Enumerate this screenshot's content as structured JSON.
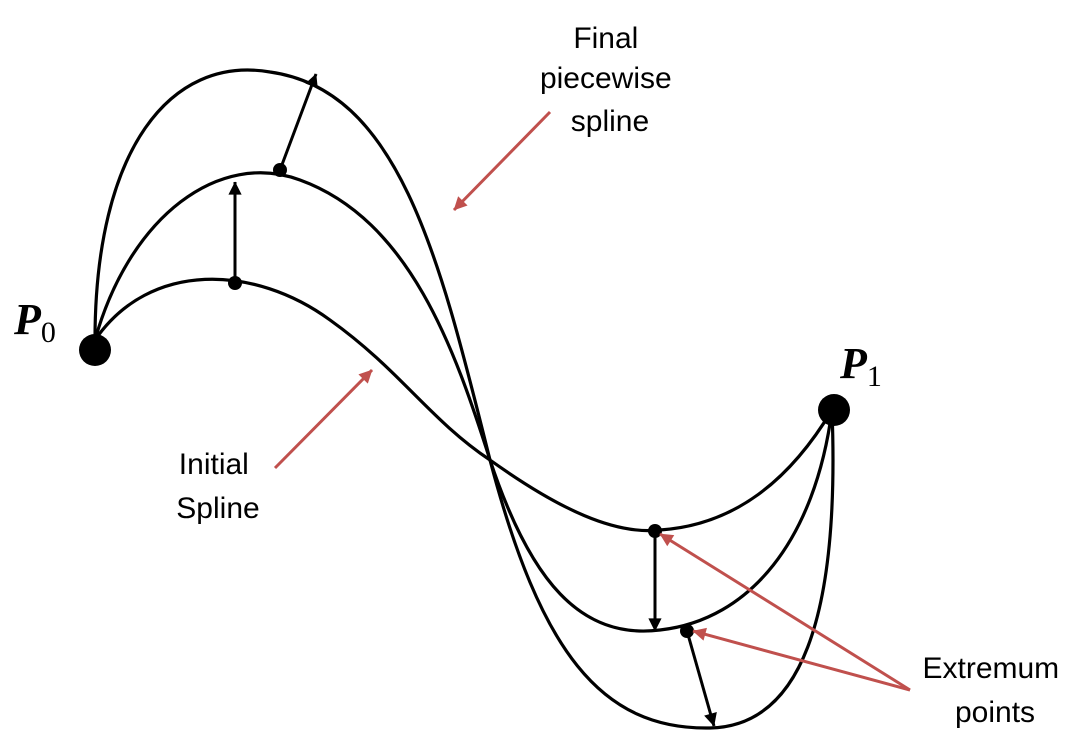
{
  "labels": {
    "final_spline": [
      "Final",
      "piecewise",
      "spline"
    ],
    "initial_spline": [
      "Initial",
      "Spline"
    ],
    "extremum_points": [
      "Extremum",
      "points"
    ],
    "p0": {
      "main": "P",
      "sub": "0"
    },
    "p1": {
      "main": "P",
      "sub": "1"
    }
  },
  "colors": {
    "curve": "#000000",
    "annotation_arrow": "#c0504d",
    "background": "#ffffff"
  }
}
